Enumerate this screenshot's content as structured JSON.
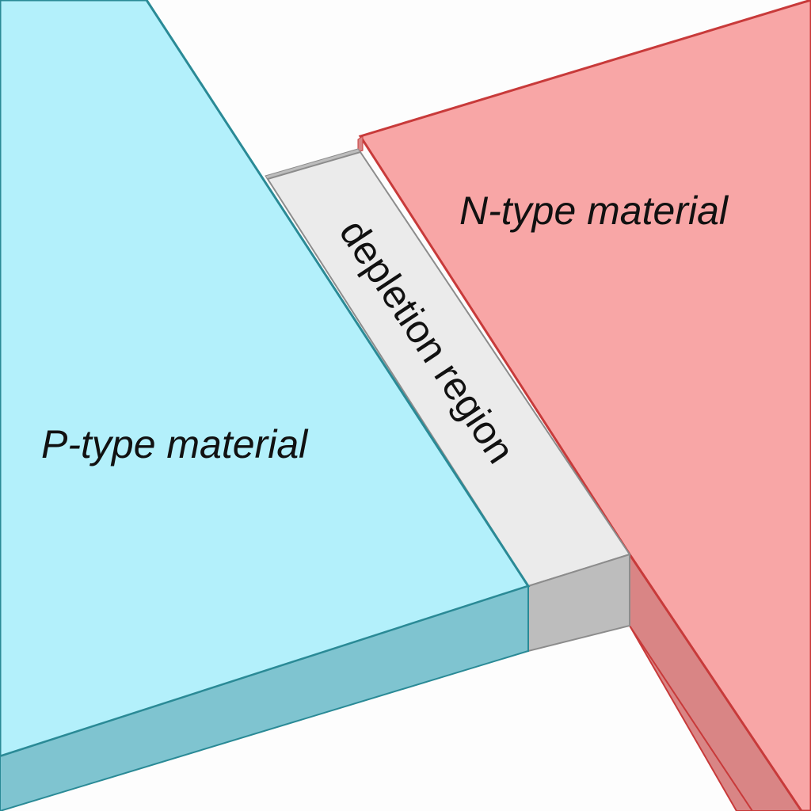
{
  "diagram": {
    "p_region": {
      "label": "P-type material",
      "color_top": "#b3f0fb",
      "color_side": "#7fc4d0",
      "color_edge": "#2a8a96"
    },
    "depletion_region": {
      "label": "depletion region",
      "color_top": "#ebebeb",
      "color_side": "#bdbdbd",
      "color_edge": "#8c8c8c"
    },
    "n_region": {
      "label": "N-type material",
      "color_top": "#f8a6a6",
      "color_side": "#d98585",
      "color_edge": "#c83a3a"
    }
  }
}
